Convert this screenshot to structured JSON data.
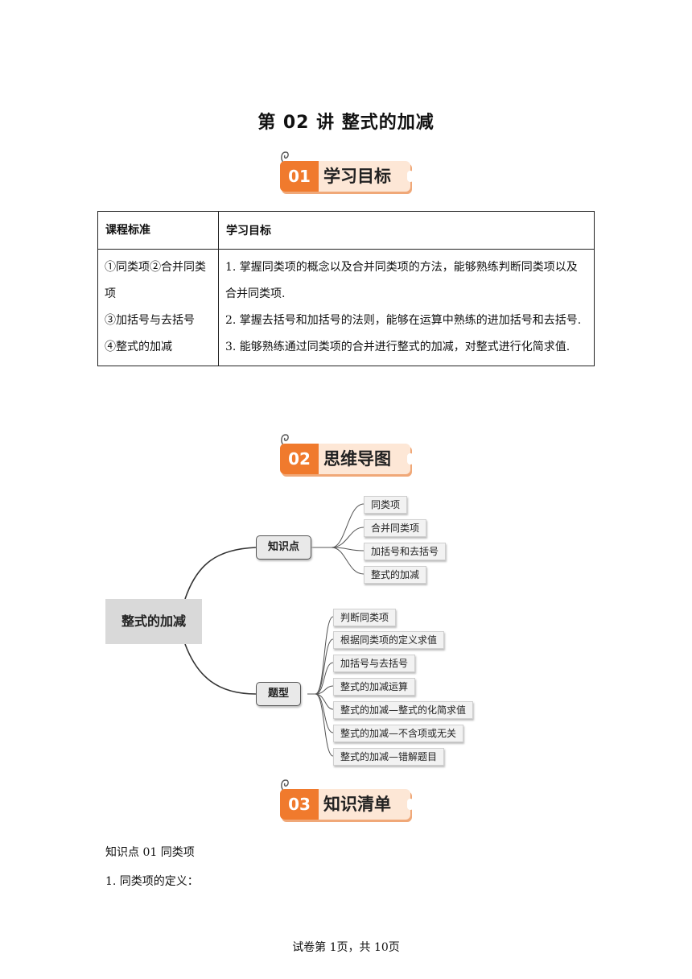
{
  "title": "第 02 讲  整式的加减",
  "sections": [
    {
      "num": "01",
      "label": "学习目标"
    },
    {
      "num": "02",
      "label": "思维导图"
    },
    {
      "num": "03",
      "label": "知识清单"
    }
  ],
  "table": {
    "headers": [
      "课程标准",
      "学习目标"
    ],
    "standard_lines": [
      "①同类项②合并同类项",
      "③加括号与去括号",
      "④整式的加减"
    ],
    "goals": [
      "1. 掌握同类项的概念以及合并同类项的方法，能够熟练判断同类项以及合并同类项.",
      "2. 掌握去括号和加括号的法则，能够在运算中熟练的进加括号和去括号.",
      "3. 能够熟练通过同类项的合并进行整式的加减，对整式进行化简求值."
    ]
  },
  "mindmap": {
    "root": "整式的加减",
    "branches": [
      {
        "label": "知识点",
        "children": [
          "同类项",
          "合并同类项",
          "加括号和去括号",
          "整式的加减"
        ]
      },
      {
        "label": "题型",
        "children": [
          "判断同类项",
          "根据同类项的定义求值",
          "加括号与去括号",
          "整式的加减运算",
          "整式的加减—整式的化简求值",
          "整式的加减—不含项或无关",
          "整式的加减—错解题目"
        ]
      }
    ]
  },
  "knowledge": {
    "heading": "知识点 01  同类项",
    "item1": "1. 同类项的定义："
  },
  "footer": "试卷第 1页，共 10页",
  "colors": {
    "accent": "#f07a2d",
    "banner_bg": "#fde7d6"
  }
}
